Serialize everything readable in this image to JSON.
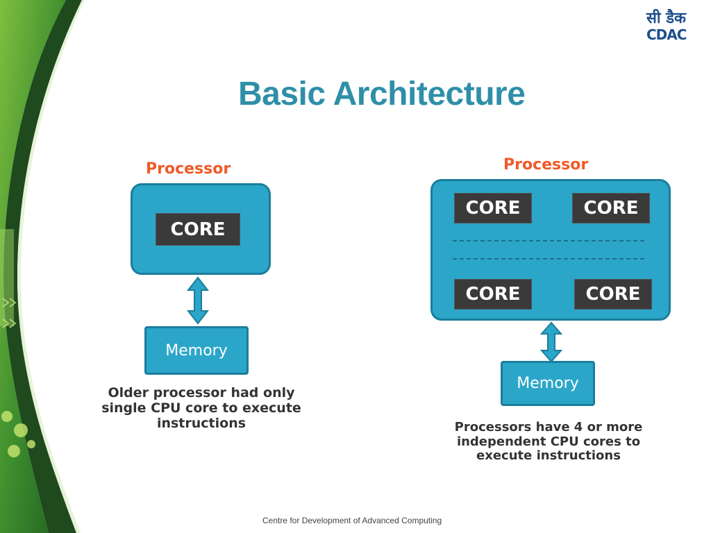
{
  "slide": {
    "title": "Basic Architecture",
    "footer": "Centre for Development of Advanced Computing"
  },
  "logo": {
    "hindi": "सी डैक",
    "english": "CDAC"
  },
  "single_core": {
    "processor_label": "Processor",
    "core_label": "CORE",
    "memory_label": "Memory",
    "caption": "Older processor had only single CPU core to execute instructions"
  },
  "multi_core": {
    "processor_label": "Processor",
    "cores": [
      "CORE",
      "CORE",
      "CORE",
      "CORE"
    ],
    "memory_label": "Memory",
    "caption": "Processors have 4 or more independent CPU cores to execute instructions"
  },
  "colors": {
    "accent_title": "#2f8fa8",
    "processor_label": "#f05a28",
    "box_fill": "#2ba6c9",
    "box_border": "#1b7d9c",
    "core_fill": "#3a3a3a"
  }
}
